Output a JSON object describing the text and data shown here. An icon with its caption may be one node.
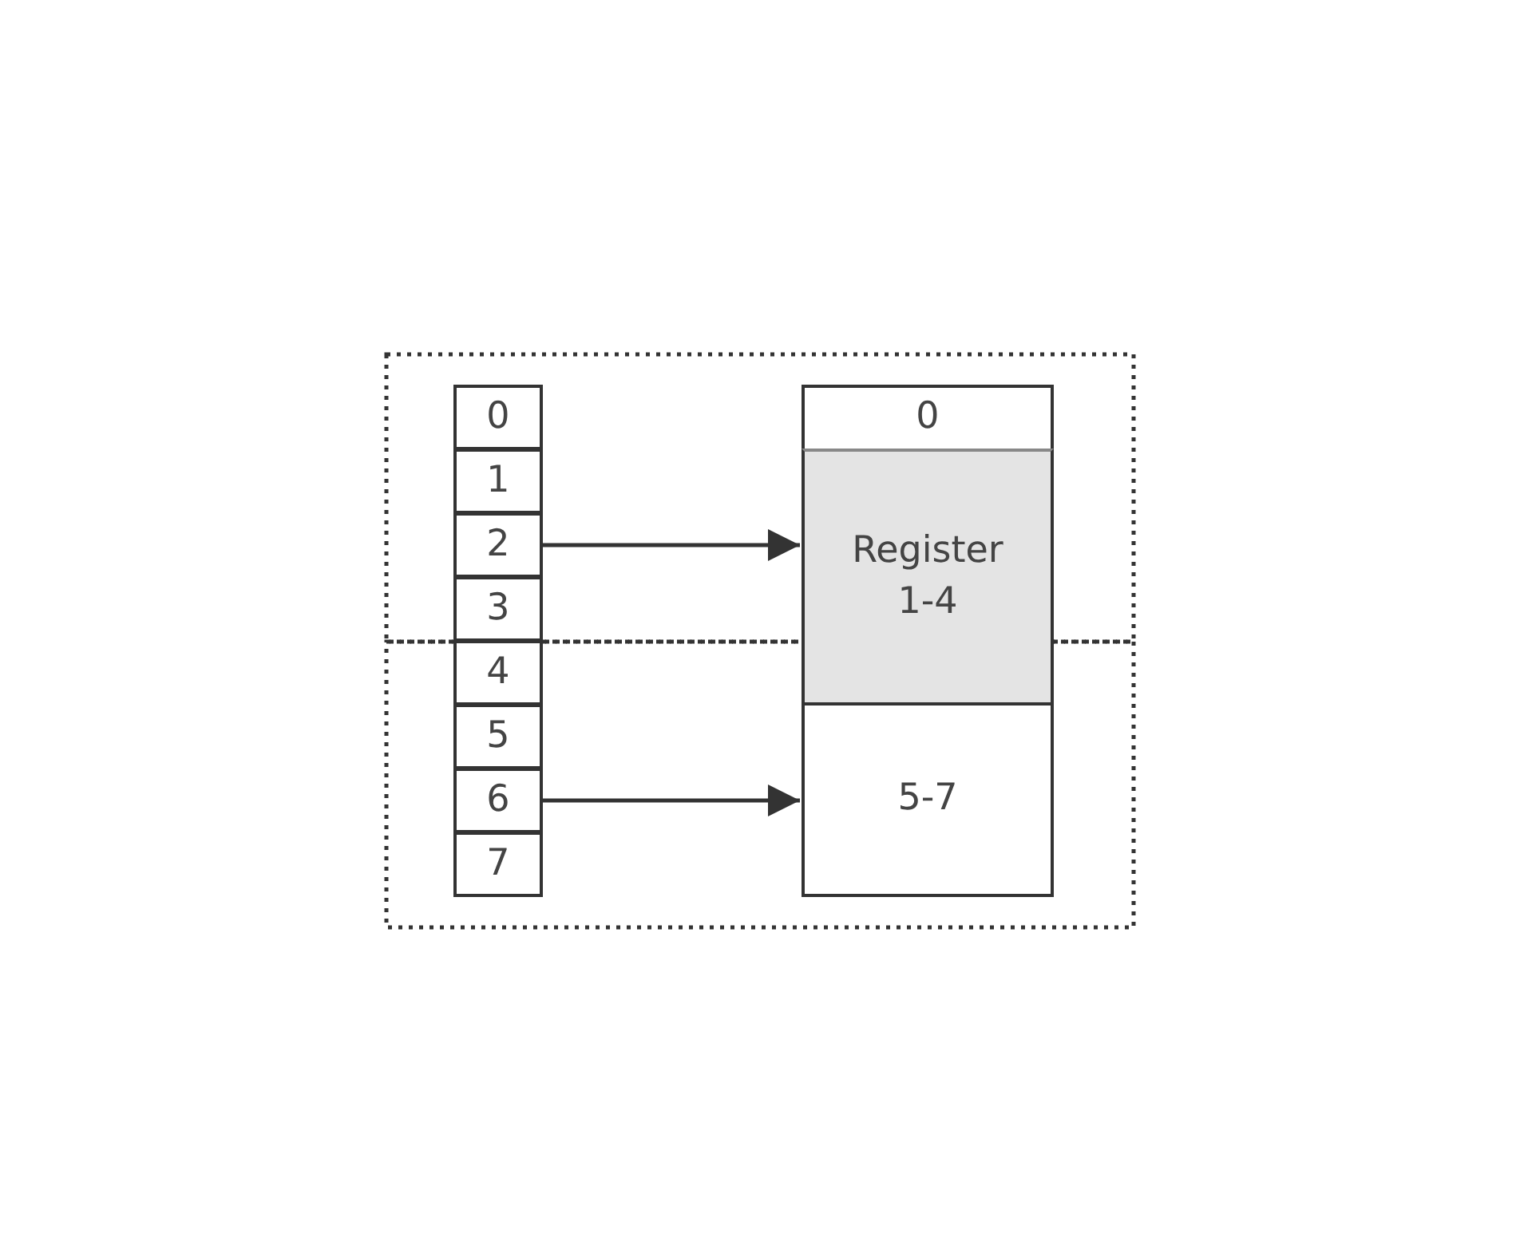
{
  "diagram": {
    "nodes": [
      {
        "text": [
          "0"
        ]
      },
      {
        "text": [
          "1"
        ]
      },
      {
        "text": [
          "2"
        ]
      },
      {
        "text": [
          "3"
        ]
      },
      {
        "text": [
          "4"
        ]
      },
      {
        "text": [
          "5"
        ]
      },
      {
        "text": [
          "6"
        ]
      },
      {
        "text": [
          "7"
        ]
      },
      {
        "text": [
          "0"
        ]
      },
      {
        "text": [
          "Register 1-4"
        ]
      },
      {
        "text": [
          "5-7"
        ]
      }
    ],
    "edges": [
      {
        "from": 2,
        "to": 9,
        "arrow": "to"
      },
      {
        "from": 6,
        "to": 10,
        "arrow": "to"
      }
    ]
  }
}
